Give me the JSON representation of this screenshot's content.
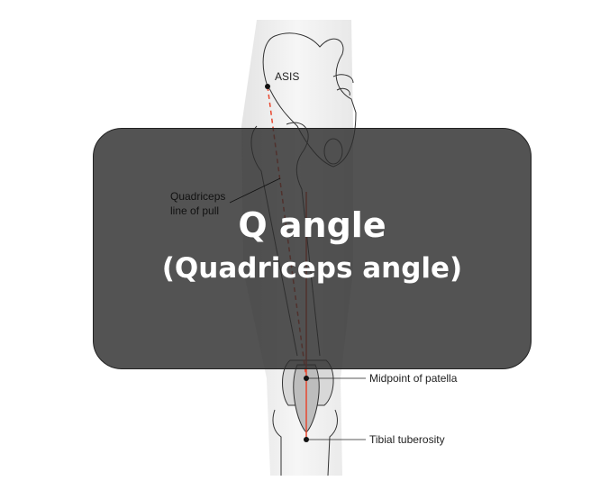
{
  "illustration": {
    "labels": {
      "asis": "ASIS",
      "quad_line_1": "Quadriceps",
      "quad_line_2": "line of pull",
      "patella": "Midpoint of patella",
      "tibial": "Tibial tuberosity"
    },
    "colors": {
      "line_of_pull": "#e8462e",
      "vertical_line": "#e8462e"
    }
  },
  "overlay": {
    "title": "Q angle",
    "subtitle": "(Quadriceps angle)"
  }
}
